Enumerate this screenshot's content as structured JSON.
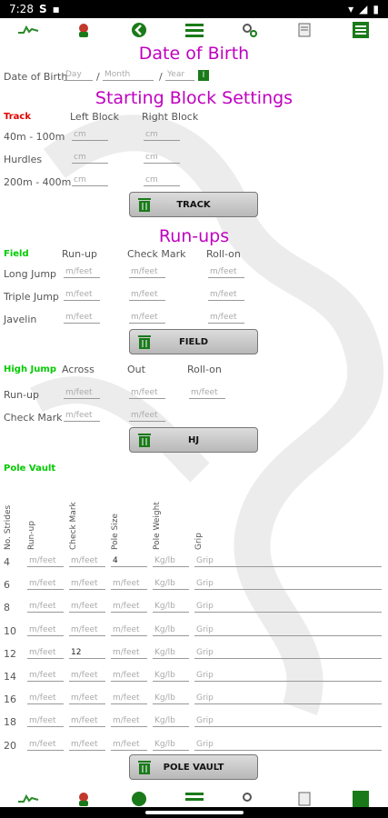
{
  "status": {
    "time": "7:28",
    "icons": [
      "s-icon",
      "save-card-icon",
      "wifi-icon",
      "signal-icon",
      "battery-icon"
    ]
  },
  "nav": {
    "icons": [
      "runner-icon",
      "avatar-icon",
      "back-icon",
      "menu-icon",
      "settings-icon",
      "document-icon",
      "list-icon"
    ]
  },
  "dob": {
    "heading": "Date of Birth",
    "label": "Date of Birth",
    "day_placeholder": "Day",
    "month_placeholder": "Month",
    "year_placeholder": "Year",
    "sep": "/"
  },
  "track": {
    "heading": "Starting Block Settings",
    "section_label": "Track",
    "col_left": "Left Block",
    "col_right": "Right Block",
    "rows": [
      {
        "label": "40m - 100m",
        "left": "cm",
        "right": "cm"
      },
      {
        "label": "Hurdles",
        "left": "cm",
        "right": "cm"
      },
      {
        "label": "200m - 400m",
        "left": "cm",
        "right": "cm"
      }
    ],
    "button": "TRACK"
  },
  "field": {
    "heading": "Run-ups",
    "section_label": "Field",
    "col_runup": "Run-up",
    "col_check": "Check Mark",
    "col_rollon": "Roll-on",
    "rows": [
      {
        "label": "Long Jump",
        "runup": "m/feet",
        "check": "m/feet",
        "rollon": "m/feet"
      },
      {
        "label": "Triple Jump",
        "runup": "m/feet",
        "check": "m/feet",
        "rollon": "m/feet"
      },
      {
        "label": "Javelin",
        "runup": "m/feet",
        "check": "m/feet",
        "rollon": "m/feet"
      }
    ],
    "button": "FIELD"
  },
  "highjump": {
    "section_label": "High Jump",
    "col_across": "Across",
    "col_out": "Out",
    "col_rollon": "Roll-on",
    "rows": [
      {
        "label": "Run-up",
        "across": "m/feet",
        "out": "m/feet",
        "rollon": "m/feet"
      },
      {
        "label": "Check Mark",
        "across": "m/feet",
        "out": "m/feet"
      }
    ],
    "button": "HJ"
  },
  "polevault": {
    "section_label": "Pole Vault",
    "headers": [
      "No. Strides",
      "Run-up",
      "Check Mark",
      "Pole Size",
      "Pole Weight",
      "Grip"
    ],
    "rows": [
      {
        "strides": "4",
        "runup": "m/feet",
        "check": "m/feet",
        "size": "4",
        "weight": "Kg/lb",
        "grip": "Grip"
      },
      {
        "strides": "6",
        "runup": "m/feet",
        "check": "m/feet",
        "size": "m/feet",
        "weight": "Kg/lb",
        "grip": "Grip"
      },
      {
        "strides": "8",
        "runup": "m/feet",
        "check": "m/feet",
        "size": "m/feet",
        "weight": "Kg/lb",
        "grip": "Grip"
      },
      {
        "strides": "10",
        "runup": "m/feet",
        "check": "m/feet",
        "size": "m/feet",
        "weight": "Kg/lb",
        "grip": "Grip"
      },
      {
        "strides": "12",
        "runup": "m/feet",
        "check": "12",
        "size": "m/feet",
        "weight": "Kg/lb",
        "grip": "Grip"
      },
      {
        "strides": "14",
        "runup": "m/feet",
        "check": "m/feet",
        "size": "m/feet",
        "weight": "Kg/lb",
        "grip": "Grip"
      },
      {
        "strides": "16",
        "runup": "m/feet",
        "check": "m/feet",
        "size": "m/feet",
        "weight": "Kg/lb",
        "grip": "Grip"
      },
      {
        "strides": "18",
        "runup": "m/feet",
        "check": "m/feet",
        "size": "m/feet",
        "weight": "Kg/lb",
        "grip": "Grip"
      },
      {
        "strides": "20",
        "runup": "m/feet",
        "check": "m/feet",
        "size": "m/feet",
        "weight": "Kg/lb",
        "grip": "Grip"
      }
    ],
    "button": "POLE VAULT"
  },
  "colors": {
    "heading": "#c000c0",
    "track": "#e00000",
    "field": "#00cc00",
    "icon_green": "#1a7a1a"
  }
}
